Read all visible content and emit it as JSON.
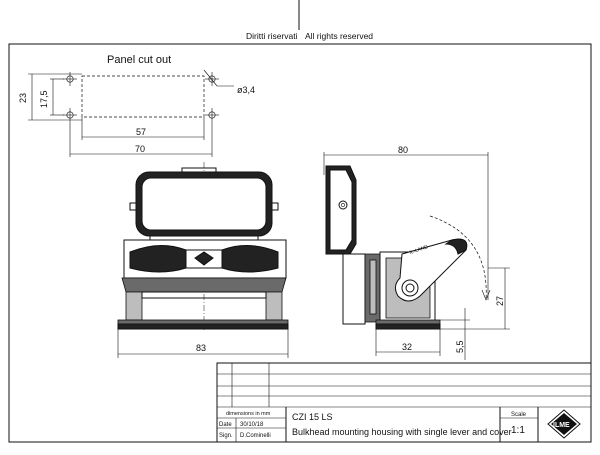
{
  "header": {
    "rights_it": "Diritti riservati",
    "rights_en": "All rights reserved"
  },
  "panel_cutout": {
    "title": "Panel cut out",
    "dim_height_outer": "23",
    "dim_height_inner": "17,5",
    "dim_hole": "ø3,4",
    "dim_width_inner": "57",
    "dim_width_outer": "70"
  },
  "front_view": {
    "dim_width": "83"
  },
  "side_view": {
    "dim_length": "80",
    "dim_height": "27",
    "dim_base": "32",
    "dim_plate": "5,5",
    "lever_text": "IL-LAND"
  },
  "title_block": {
    "dimensions_note": "dimensions in mm",
    "date_label": "Date",
    "date_value": "30/10/18",
    "sign_label": "Sign.",
    "sign_value": "D.Cominelli",
    "code": "CZI 15 LS",
    "description": "Bulkhead mounting housing with single lever and cover",
    "scale_label": "Scale",
    "scale_value": "1:1",
    "logo_text": "ILME"
  }
}
